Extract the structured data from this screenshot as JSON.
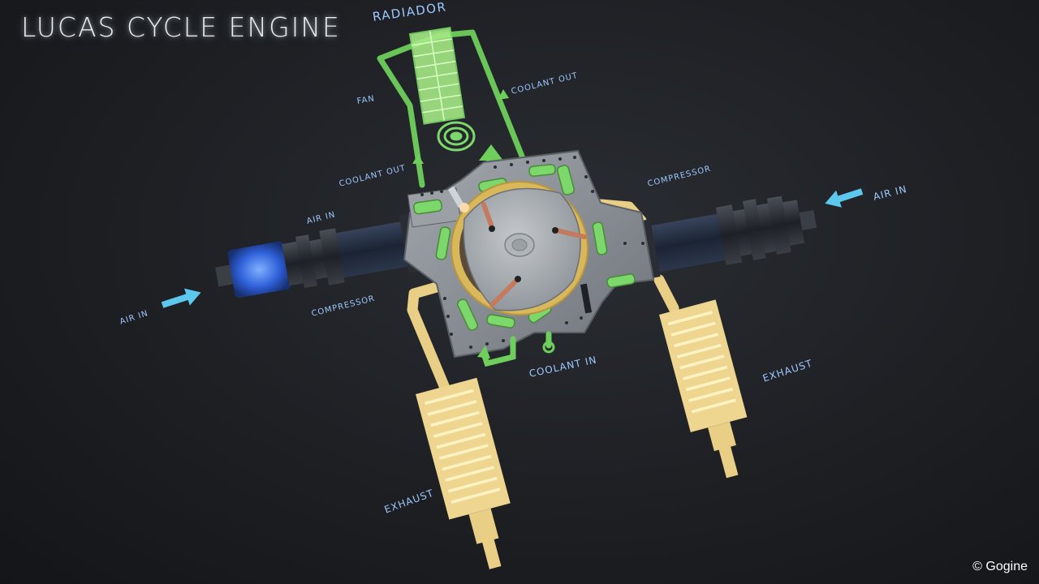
{
  "title": "LUCAS CYCLE ENGINE",
  "labels": {
    "radiador": "RADIADOR",
    "fan": "FAN",
    "coolant_out_top": "COOLANT OUT",
    "coolant_out_left": "COOLANT OUT",
    "compressor_right": "COMPRESSOR",
    "air_in_right": "AIR IN",
    "air_in_upper_left": "AIR IN",
    "air_in_left": "AIR IN",
    "compressor_left": "COMPRESSOR",
    "coolant_in": "COOLANT IN",
    "exhaust_right": "EXHAUST",
    "exhaust_left": "EXHAUST"
  },
  "copyright": "© Gogine",
  "colors": {
    "coolant": "#7cd86a",
    "exhaust": "#ecd28a",
    "air_arrow": "#59c8ec",
    "label": "#9ec8ff",
    "block": "#8f969c"
  }
}
